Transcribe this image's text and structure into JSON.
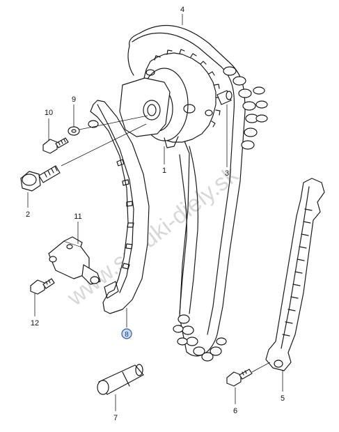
{
  "watermark": "www.suzuki-diely.sk",
  "callouts": [
    {
      "id": "1",
      "label": "1"
    },
    {
      "id": "2",
      "label": "2"
    },
    {
      "id": "3",
      "label": "3"
    },
    {
      "id": "4",
      "label": "4"
    },
    {
      "id": "5",
      "label": "5"
    },
    {
      "id": "6",
      "label": "6"
    },
    {
      "id": "7",
      "label": "7"
    },
    {
      "id": "8",
      "label": "8"
    },
    {
      "id": "9",
      "label": "9"
    },
    {
      "id": "10",
      "label": "10"
    },
    {
      "id": "11",
      "label": "11"
    },
    {
      "id": "12",
      "label": "12"
    }
  ],
  "colors": {
    "line": "#1a1a1a",
    "highlight_ring": "#2f5fa8",
    "highlight_fill": "#c9d9f0",
    "watermark": "#d8d8d8"
  },
  "highlighted_callout": "8"
}
